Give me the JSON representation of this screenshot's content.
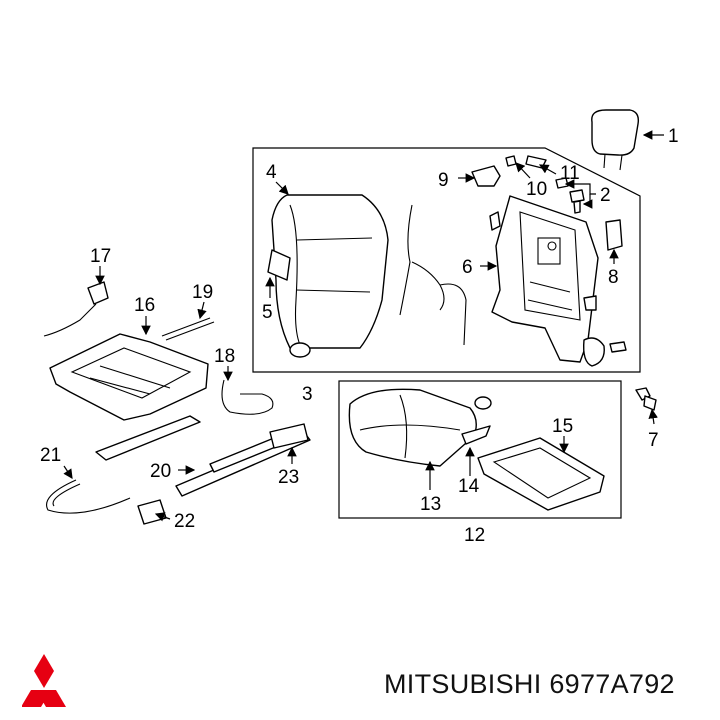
{
  "diagram": {
    "labels": {
      "p1": "1",
      "p2": "2",
      "p3": "3",
      "p4": "4",
      "p5": "5",
      "p6": "6",
      "p7": "7",
      "p8": "8",
      "p9": "9",
      "p10": "10",
      "p11": "11",
      "p12": "12",
      "p13": "13",
      "p14": "14",
      "p15": "15",
      "p16": "16",
      "p17": "17",
      "p18": "18",
      "p19": "19",
      "p20": "20",
      "p21": "21",
      "p22": "22",
      "p23": "23"
    }
  },
  "brand": {
    "name": "MITSUBISHI",
    "part_number": "6977A792",
    "logo_color": "#e60012",
    "logo_icon": "three-diamonds-icon"
  }
}
